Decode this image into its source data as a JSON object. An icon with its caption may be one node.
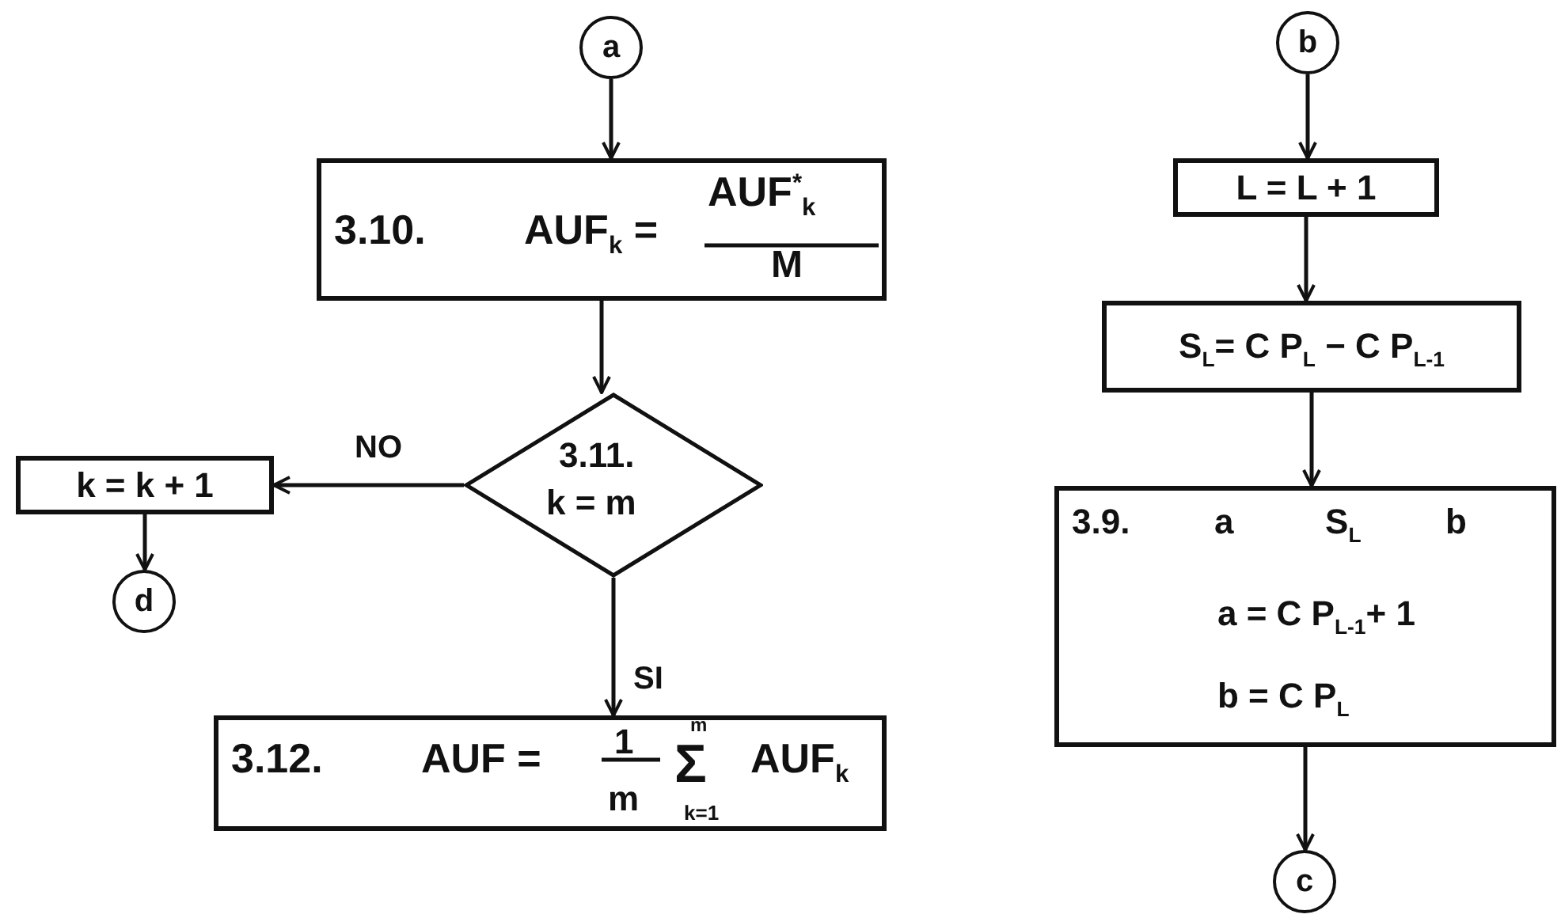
{
  "diagram": {
    "nodes": [
      {
        "text": [
          "a"
        ]
      },
      {
        "text": [
          "3.10.",
          "AUF$_{k}$ =",
          "AUF$^{*}$$_{k}$",
          "M"
        ]
      },
      {
        "text": [
          "3.11.",
          "k = m"
        ]
      },
      {
        "text": [
          "k = k + 1"
        ]
      },
      {
        "text": [
          "d"
        ]
      },
      {
        "text": [
          "3.12.",
          "AUF =",
          "1",
          "m",
          "m",
          "Σ",
          "k=1",
          "AUF$_{k}$"
        ]
      },
      {
        "text": [
          "b"
        ]
      },
      {
        "text": [
          "L = L + 1"
        ]
      },
      {
        "text": [
          "S$_{L}$= C P$_{L}$ − C P$_{L-1}$"
        ]
      },
      {
        "text": [
          "3.9.",
          "a",
          "S$_{L}$",
          "b",
          "a = C P$_{L-1}$+ 1",
          "b = C P$_{L}$"
        ]
      },
      {
        "text": [
          "c"
        ]
      }
    ],
    "edges": [
      {
        "from": 0,
        "to": 1,
        "arrow": "to"
      },
      {
        "from": 1,
        "to": 2,
        "arrow": "to"
      },
      {
        "from": 2,
        "to": 3,
        "label": "NO",
        "arrow": "to"
      },
      {
        "from": 3,
        "to": 4,
        "arrow": "to"
      },
      {
        "from": 2,
        "to": 5,
        "label": "SI",
        "arrow": "to"
      },
      {
        "from": 6,
        "to": 7,
        "arrow": "to"
      },
      {
        "from": 7,
        "to": 8,
        "arrow": "to"
      },
      {
        "from": 8,
        "to": 9,
        "arrow": "to"
      },
      {
        "from": 9,
        "to": 10,
        "arrow": "to"
      }
    ]
  }
}
